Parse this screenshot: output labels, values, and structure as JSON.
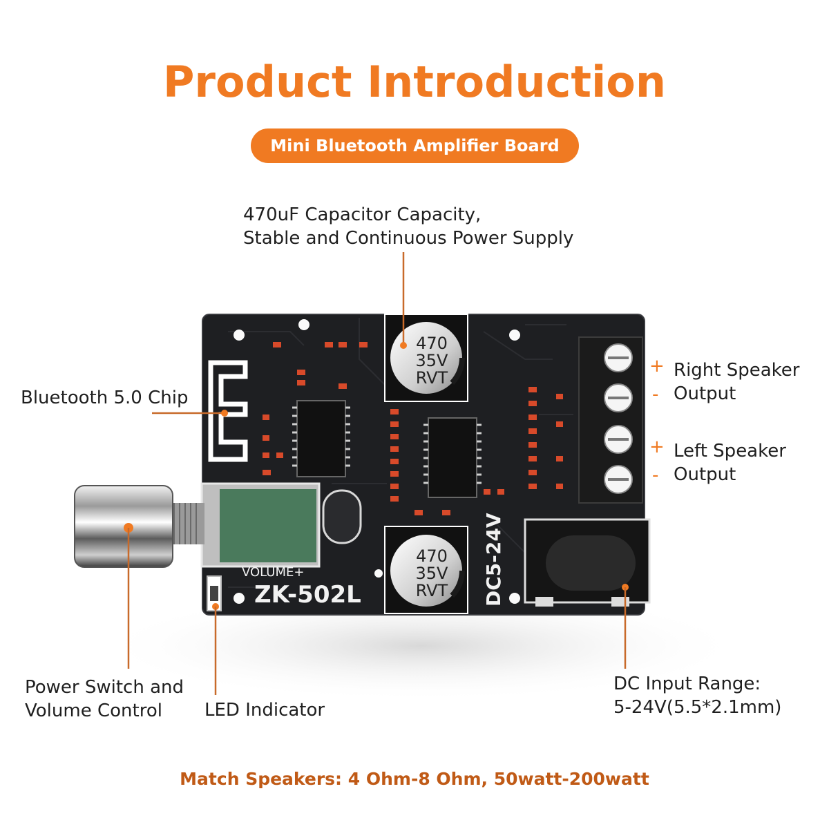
{
  "title": "Product Introduction",
  "subtitle": "Mini Bluetooth Amplifier Board",
  "callouts": {
    "capacitor_line1": "470uF Capacitor Capacity,",
    "capacitor_line2": "Stable and Continuous Power Supply",
    "bluetooth": "Bluetooth 5.0 Chip",
    "right_line1": "Right Speaker",
    "right_line2": "Output",
    "left_line1": "Left Speaker",
    "left_line2": "Output",
    "power_line1": "Power Switch and",
    "power_line2": "Volume Control",
    "led": "LED Indicator",
    "dc_line1": "DC Input Range:",
    "dc_line2": "5-24V(5.5*2.1mm)"
  },
  "polarity": {
    "plus": "+",
    "minus": "-"
  },
  "board": {
    "model": "ZK-502L",
    "volume": "VOLUME+",
    "dc": "DC5-24V",
    "cap_value": "470",
    "cap_voltage": "35V",
    "cap_brand": "RVT"
  },
  "footer": "Match Speakers: 4 Ohm-8 Ohm, 50watt-200watt",
  "colors": {
    "accent": "#f07a22",
    "board": "#1e1f22"
  }
}
